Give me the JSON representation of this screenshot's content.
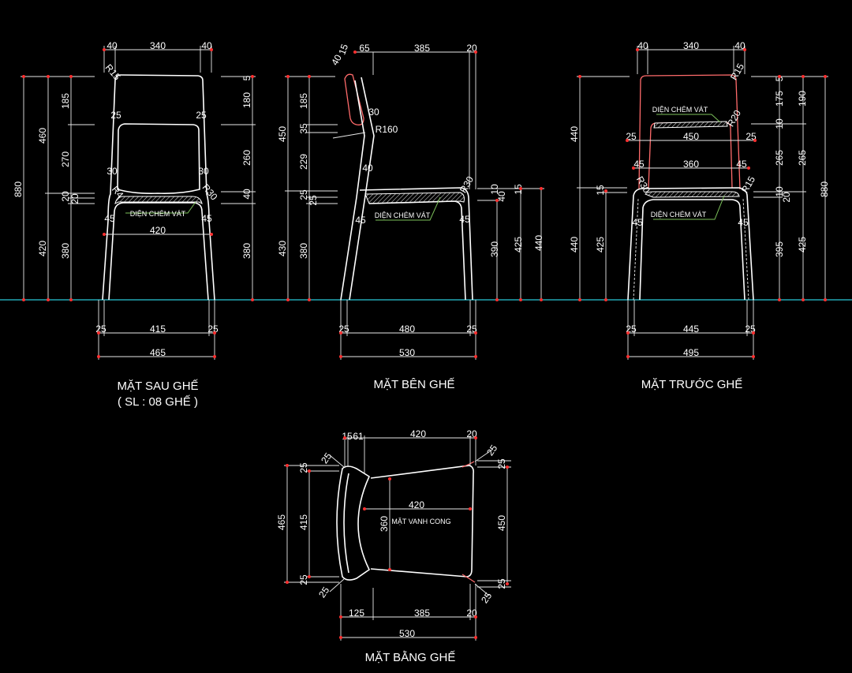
{
  "colors": {
    "background": "#000000",
    "lines": "#ffffff",
    "dimension_marks": "#ff3030",
    "ground_line": "#29c6d6",
    "leader": "#7cc05a",
    "backrest_outline": "#ff6b6b"
  },
  "back_view": {
    "title": "MẶT SAU GHẾ",
    "note": "( SL : 08 GHẾ )",
    "label": "DIỆN CHÉM VÁT",
    "dims": [
      "40",
      "340",
      "40",
      "880",
      "460",
      "420",
      "185",
      "270",
      "20",
      "20",
      "380",
      "5",
      "180",
      "260",
      "40",
      "380",
      "R15",
      "25",
      "25",
      "30",
      "30",
      "R4",
      "R30",
      "45",
      "45",
      "420",
      "25",
      "415",
      "25",
      "465"
    ]
  },
  "side_view": {
    "title": "MẶT BÊN GHẾ",
    "label": "DIỆN CHÉM VÁT",
    "dims": [
      "15",
      "40",
      "65",
      "385",
      "20",
      "450",
      "430",
      "185",
      "35",
      "229",
      "25",
      "25",
      "380",
      "30",
      "R160",
      "40",
      "45",
      "R30",
      "45",
      "10",
      "40",
      "15",
      "390",
      "425",
      "440",
      "25",
      "480",
      "25",
      "530"
    ]
  },
  "front_view": {
    "title": "MẶT TRƯỚC GHẾ",
    "label_top": "DIỆN CHÉM VÁT",
    "label_seat": "DIỆN CHÉM VÁT",
    "dims": [
      "40",
      "340",
      "40",
      "R15",
      "440",
      "440",
      "15",
      "425",
      "R20",
      "25",
      "450",
      "25",
      "45",
      "360",
      "45",
      "R15",
      "R30",
      "45",
      "45",
      "5",
      "175",
      "190",
      "10",
      "265",
      "265",
      "10",
      "20",
      "395",
      "425",
      "880",
      "25",
      "445",
      "25",
      "495"
    ]
  },
  "plan_view": {
    "title": "MẶT BẰNG GHẾ",
    "label": "MẶT VANH CONG",
    "dims": [
      "15",
      "61",
      "420",
      "20",
      "25",
      "25",
      "465",
      "415",
      "25",
      "25",
      "420",
      "360",
      "450",
      "25",
      "25",
      "25",
      "25",
      "125",
      "385",
      "20",
      "530"
    ]
  }
}
